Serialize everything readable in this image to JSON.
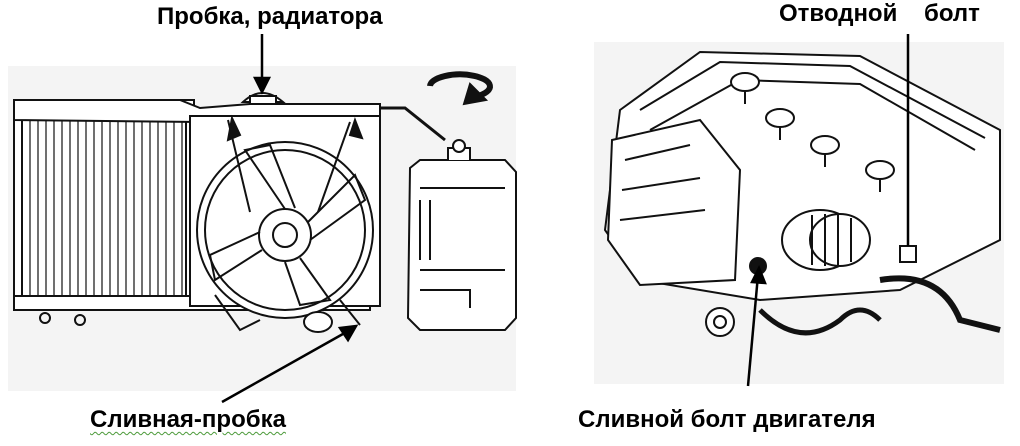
{
  "labels": {
    "radiator_cap": "Пробка, радиатора",
    "vent_bolt": "Отводной    болт",
    "drain_plug": "Сливная-пробка",
    "engine_drain_bolt": "Сливной болт двигателя"
  },
  "colors": {
    "ink": "#111111",
    "panel": "#f4f4f4",
    "underline": "#4c9a3a"
  },
  "icons": [
    "rotate-arrow-icon"
  ]
}
